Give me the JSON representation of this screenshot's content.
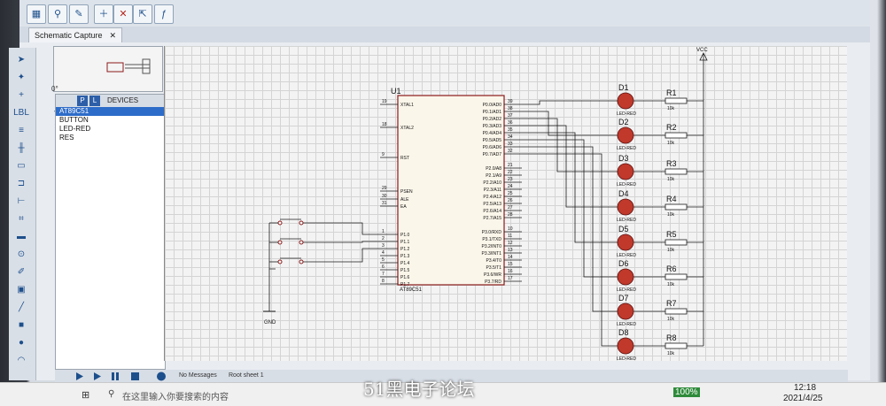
{
  "tab": {
    "label": "Schematic Capture",
    "close": "✕"
  },
  "panel": {
    "angle": "0°",
    "p_label": "P",
    "l_label": "L",
    "title": "DEVICES",
    "items": [
      "AT89C51",
      "BUTTON",
      "LED-RED",
      "RES"
    ]
  },
  "schematic": {
    "chip_ref": "U1",
    "chip_name": "AT89C51",
    "left_pins": [
      {
        "num": "19",
        "name": "XTAL1"
      },
      {
        "num": "18",
        "name": "XTAL2"
      },
      {
        "num": "9",
        "name": "RST"
      },
      {
        "num": "29",
        "name": "PSEN"
      },
      {
        "num": "30",
        "name": "ALE"
      },
      {
        "num": "31",
        "name": "EA"
      },
      {
        "num": "1",
        "name": "P1.0"
      },
      {
        "num": "2",
        "name": "P1.1"
      },
      {
        "num": "3",
        "name": "P1.2"
      },
      {
        "num": "4",
        "name": "P1.3"
      },
      {
        "num": "5",
        "name": "P1.4"
      },
      {
        "num": "6",
        "name": "P1.5"
      },
      {
        "num": "7",
        "name": "P1.6"
      },
      {
        "num": "8",
        "name": "P1.7"
      }
    ],
    "p0_pins": [
      {
        "num": "39",
        "name": "P0.0/AD0"
      },
      {
        "num": "38",
        "name": "P0.1/AD1"
      },
      {
        "num": "37",
        "name": "P0.2/AD2"
      },
      {
        "num": "36",
        "name": "P0.3/AD3"
      },
      {
        "num": "35",
        "name": "P0.4/AD4"
      },
      {
        "num": "34",
        "name": "P0.5/AD5"
      },
      {
        "num": "33",
        "name": "P0.6/AD6"
      },
      {
        "num": "32",
        "name": "P0.7/AD7"
      }
    ],
    "p2_pins": [
      {
        "num": "21",
        "name": "P2.0/A8"
      },
      {
        "num": "22",
        "name": "P2.1/A9"
      },
      {
        "num": "23",
        "name": "P2.2/A10"
      },
      {
        "num": "24",
        "name": "P2.3/A11"
      },
      {
        "num": "25",
        "name": "P2.4/A12"
      },
      {
        "num": "26",
        "name": "P2.5/A13"
      },
      {
        "num": "27",
        "name": "P2.6/A14"
      },
      {
        "num": "28",
        "name": "P2.7/A15"
      }
    ],
    "p3_pins": [
      {
        "num": "10",
        "name": "P3.0/RXD"
      },
      {
        "num": "11",
        "name": "P3.1/TXD"
      },
      {
        "num": "12",
        "name": "P3.2/INT0"
      },
      {
        "num": "13",
        "name": "P3.3/INT1"
      },
      {
        "num": "14",
        "name": "P3.4/T0"
      },
      {
        "num": "15",
        "name": "P3.5/T1"
      },
      {
        "num": "16",
        "name": "P3.6/WR"
      },
      {
        "num": "17",
        "name": "P3.7/RD"
      }
    ],
    "leds": [
      {
        "ref": "D1",
        "type": "LED-RED"
      },
      {
        "ref": "D2",
        "type": "LED-RED"
      },
      {
        "ref": "D3",
        "type": "LED-RED"
      },
      {
        "ref": "D4",
        "type": "LED-RED"
      },
      {
        "ref": "D5",
        "type": "LED-RED"
      },
      {
        "ref": "D6",
        "type": "LED-RED"
      },
      {
        "ref": "D7",
        "type": "LED-RED"
      },
      {
        "ref": "D8",
        "type": "LED-RED"
      }
    ],
    "resistors": [
      {
        "ref": "R1",
        "value": "10k"
      },
      {
        "ref": "R2",
        "value": "10k"
      },
      {
        "ref": "R3",
        "value": "10k"
      },
      {
        "ref": "R4",
        "value": "10k"
      },
      {
        "ref": "R5",
        "value": "10k"
      },
      {
        "ref": "R6",
        "value": "10k"
      },
      {
        "ref": "R7",
        "value": "10k"
      },
      {
        "ref": "R8",
        "value": "10k"
      }
    ],
    "vcc": "VCC",
    "gnd": "GND",
    "led_color": "#c0392b",
    "wire_color": "#1a1a1a",
    "chip_border": "#8b1a1a"
  },
  "status": {
    "messages": "No Messages",
    "sheet": "Root sheet 1"
  },
  "taskbar": {
    "search": "在这里输入你要搜索的内容",
    "battery": "100%",
    "time": "12:18",
    "date": "2021/4/25"
  },
  "watermark": "51黑电子论坛"
}
